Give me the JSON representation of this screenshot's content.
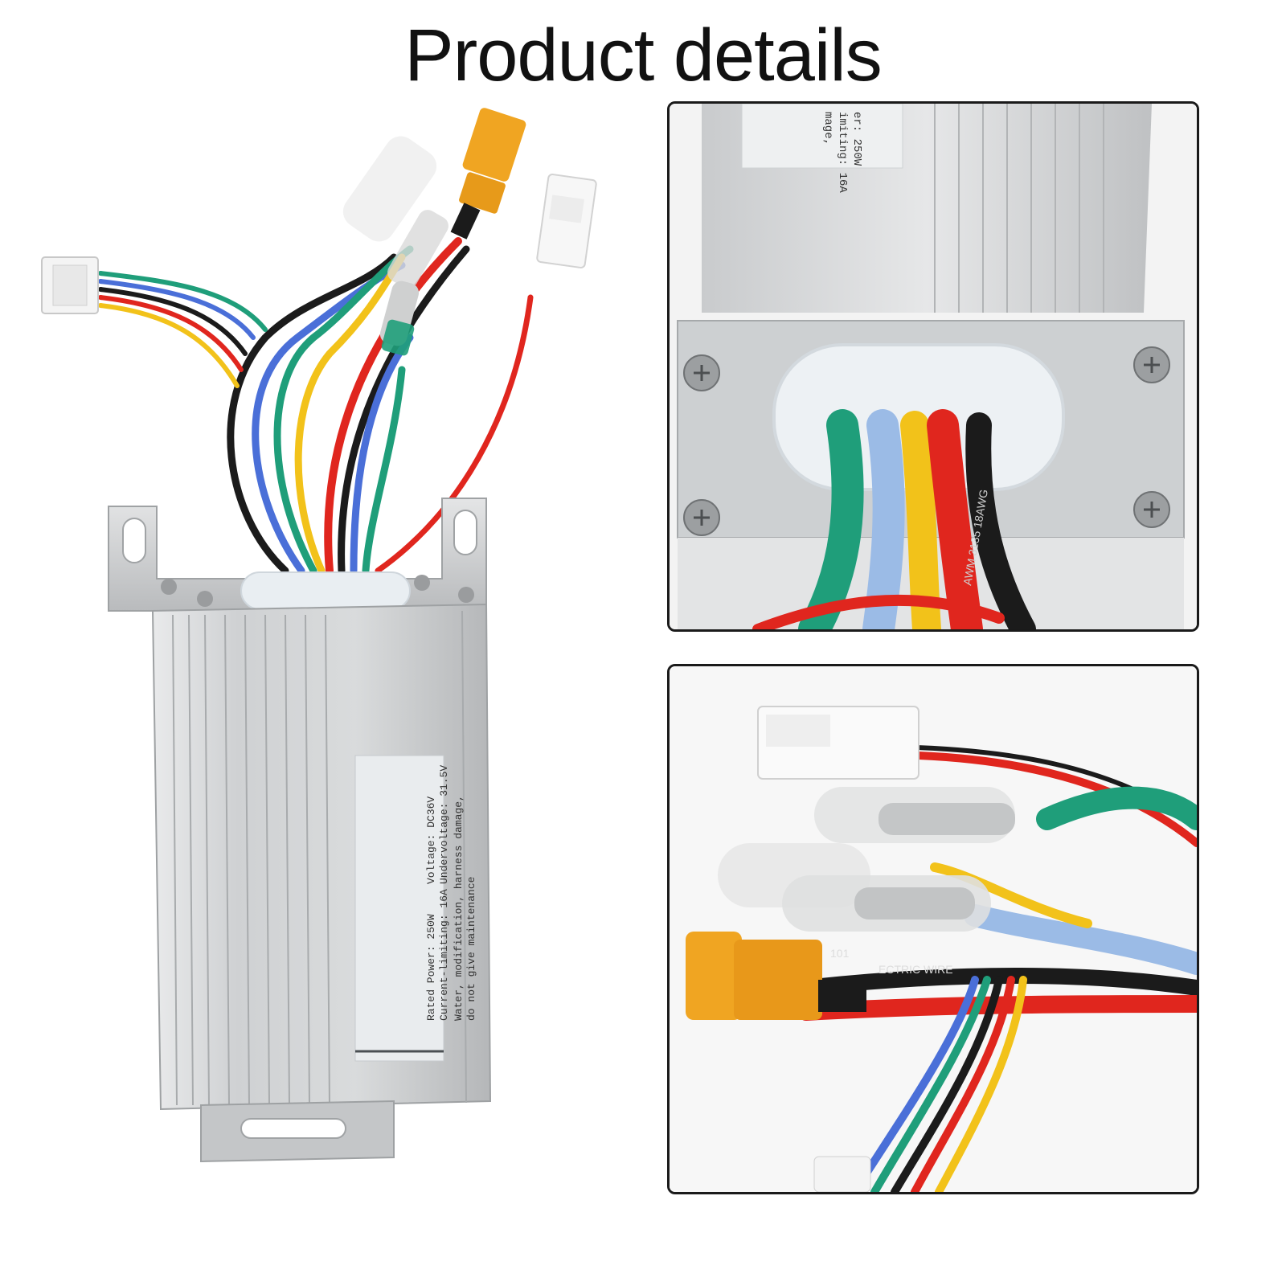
{
  "header": {
    "title": "Product details"
  },
  "main_photo": {
    "label_lines": [
      "Rated Power: 250W",
      "Current-limiting: 16A",
      "Voltage: DC36V",
      "Undervoltage: 31.5V",
      "Water, modification, harness damage,",
      "do not give maintenance"
    ]
  },
  "detail_top": {
    "label_lines": [
      "er: 250W",
      "imiting: 16A",
      "mage,"
    ],
    "wire_print": "AWM 3135 18AWG"
  },
  "detail_bottom": {
    "wire_print": "ECTRIC WIRE",
    "wire_print_2": "101"
  },
  "colors": {
    "aluminum": "#c9cbcd",
    "red_wire": "#e0261e",
    "black_wire": "#1b1b1b",
    "yellow_wire": "#f2c21a",
    "blue_wire": "#4a6fd8",
    "green_wire": "#1f9e7a",
    "xt60_connector": "#f0a522",
    "panel_border": "#1a1a1a"
  }
}
